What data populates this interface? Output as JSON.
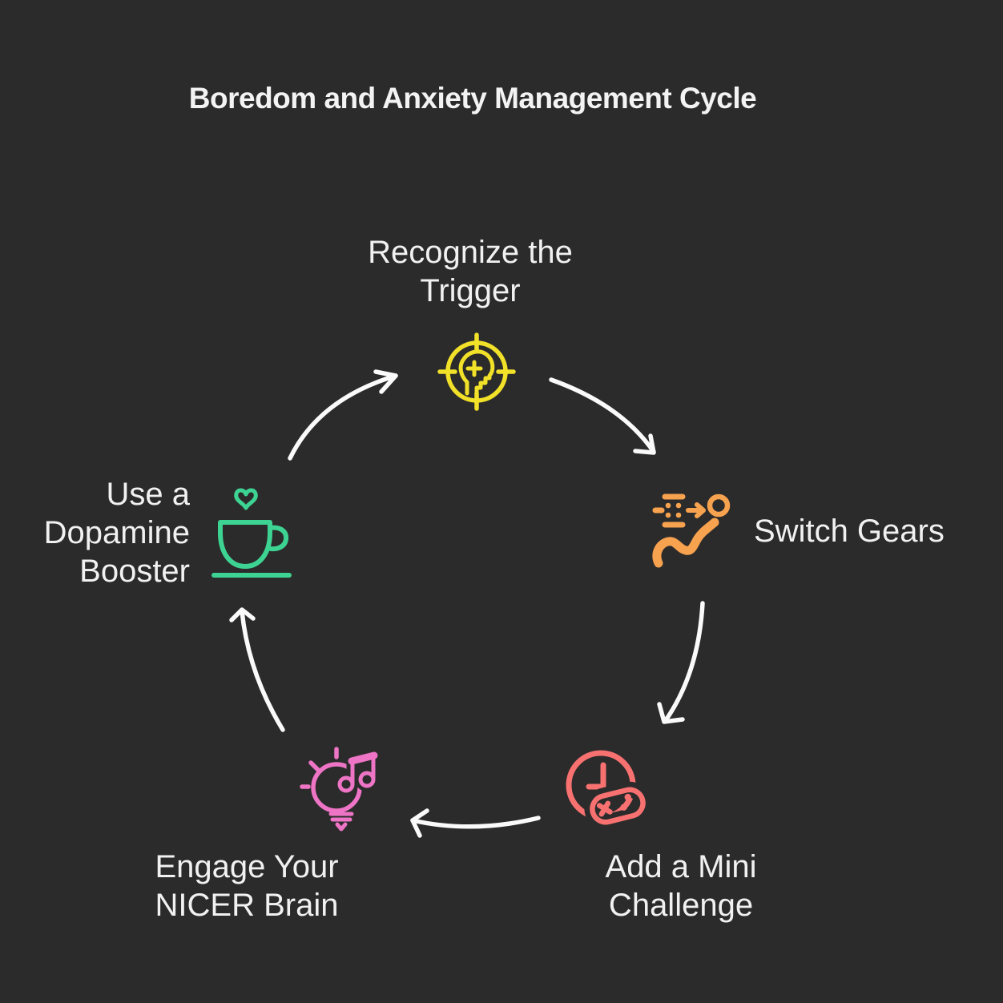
{
  "title": "Boredom and Anxiety Management Cycle",
  "colors": {
    "background": "#2b2b2b",
    "text": "#f1f1f1",
    "arrow": "#fafafa",
    "trigger_yellow": "#f2e129",
    "gears_orange": "#f7a24f",
    "challenge_coral": "#f87171",
    "brain_pink": "#ee74c5",
    "booster_green": "#3dd392"
  },
  "nodes": [
    {
      "id": "recognize-trigger",
      "label": "Recognize the\nTrigger",
      "icon": "head-target-icon",
      "color": "#f2e129"
    },
    {
      "id": "switch-gears",
      "label": "Switch Gears",
      "icon": "person-dash-icon",
      "color": "#f7a24f"
    },
    {
      "id": "add-mini-challenge",
      "label": "Add a Mini\nChallenge",
      "icon": "clock-gamepad-icon",
      "color": "#f87171"
    },
    {
      "id": "engage-nicer-brain",
      "label": "Engage Your\nNICER Brain",
      "icon": "bulb-music-icon",
      "color": "#ee74c5"
    },
    {
      "id": "use-dopamine-booster",
      "label": "Use a\nDopamine\nBooster",
      "icon": "cup-heart-icon",
      "color": "#3dd392"
    }
  ],
  "arrows": [
    {
      "from": "use-dopamine-booster",
      "to": "recognize-trigger"
    },
    {
      "from": "recognize-trigger",
      "to": "switch-gears"
    },
    {
      "from": "switch-gears",
      "to": "add-mini-challenge"
    },
    {
      "from": "add-mini-challenge",
      "to": "engage-nicer-brain"
    },
    {
      "from": "engage-nicer-brain",
      "to": "use-dopamine-booster"
    }
  ]
}
